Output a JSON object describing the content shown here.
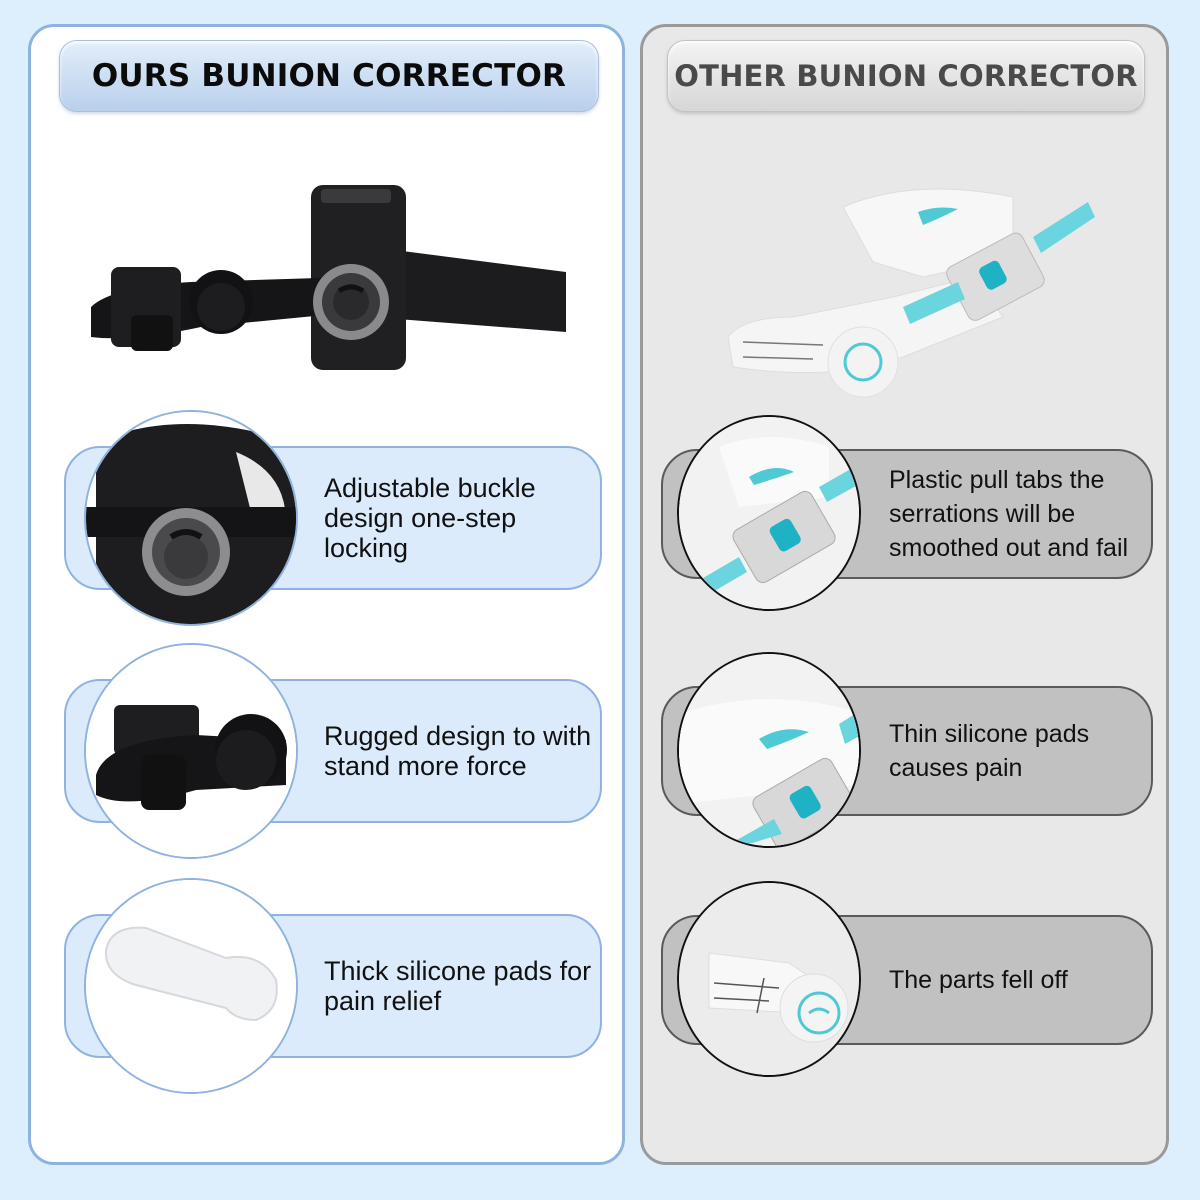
{
  "ours": {
    "title": "OURS BUNION CORRECTOR",
    "hero_image": "black-bunion-corrector-photo",
    "features": [
      {
        "text": "Adjustable buckle design one-step locking",
        "image": "dial-buckle-closeup"
      },
      {
        "text": "Rugged design to with stand more force",
        "image": "hinge-joint-closeup"
      },
      {
        "text": "Thick silicone pads for pain relief",
        "image": "silicone-pad-closeup"
      }
    ]
  },
  "other": {
    "title": "OTHER BUNION CORRECTOR",
    "hero_image": "white-teal-bunion-corrector-photo",
    "features": [
      {
        "text": "Plastic pull tabs the serrations will be smoothed out and fail",
        "image": "pull-tab-closeup"
      },
      {
        "text": "Thin silicone pads causes pain",
        "image": "thin-pad-closeup"
      },
      {
        "text": "The parts fell off",
        "image": "broken-hinge-closeup"
      }
    ]
  },
  "colors": {
    "page_bg": "#ddeefd",
    "ours_border": "#8fb3e0",
    "ours_card": "#dcebfc",
    "other_panel": "#e8e8e8",
    "other_card": "#c1c1c1",
    "teal_accent": "#4fc9d3"
  }
}
